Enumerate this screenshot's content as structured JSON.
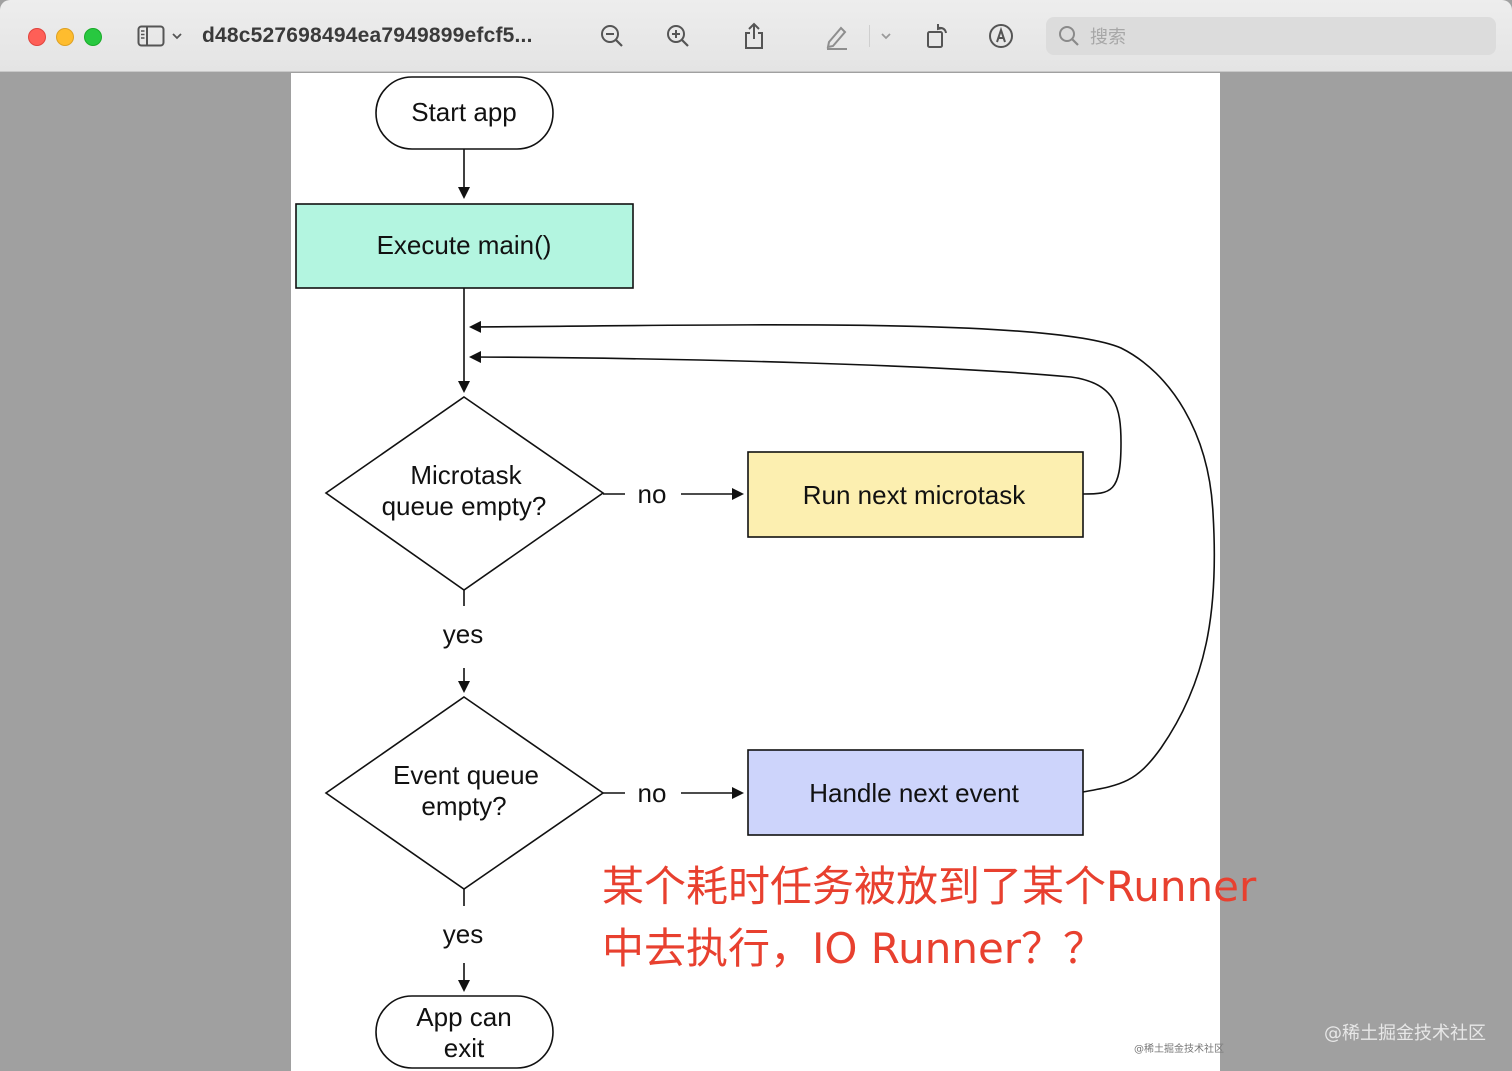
{
  "window": {
    "title": "d48c527698494ea7949899efcf5...",
    "search_placeholder": "搜索",
    "toolbar_icons": [
      "sidebar-toggle-icon",
      "chevron-down-icon",
      "zoom-out-icon",
      "zoom-in-icon",
      "share-icon",
      "highlight-pen-icon",
      "rotate-icon",
      "markup-icon",
      "search-icon"
    ]
  },
  "flowchart": {
    "start": "Start app",
    "execute": "Execute main()",
    "microtask_q_line1": "Microtask",
    "microtask_q_line2": "queue empty?",
    "run_microtask": "Run next microtask",
    "event_q_line1": "Event queue",
    "event_q_line2": "empty?",
    "handle_event": "Handle next event",
    "no1": "no",
    "no2": "no",
    "yes1": "yes",
    "yes2": "yes",
    "exit_line1": "App can",
    "exit_line2": "exit",
    "colors": {
      "execute_fill": "#b3f5e0",
      "microtask_fill": "#fcefb0",
      "event_fill": "#cdd4fb"
    }
  },
  "annotation": {
    "line1": "某个耗时任务被放到了某个Runner",
    "line2": "中去执行，IO Runner？？"
  },
  "watermarks": {
    "page": "@稀土掘金技术社区",
    "corner": "@稀土掘金技术社区"
  }
}
